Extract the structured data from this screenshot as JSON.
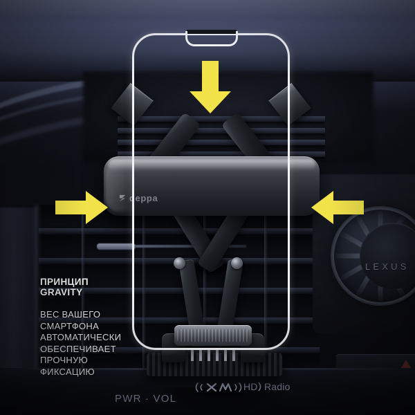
{
  "scene": {
    "title": "Deppa Gravity car phone holder on Lexus dashboard vent",
    "accent_color": "#f2e34a",
    "outline_color": "#f2f4f8"
  },
  "product": {
    "brand": "deppa",
    "brand_glyph": "deppa-chevron-icon"
  },
  "callout": {
    "heading_line1": "ПРИНЦИП",
    "heading_line2": "GRAVITY",
    "body_lines": [
      "ВЕС ВАШЕГО",
      "СМАРТФОНА",
      "АВТОМАТИЧЕСКИ",
      "ОБЕСПЕЧИВАЕТ",
      "ПРОЧНУЮ",
      "ФИКСАЦИЮ"
    ]
  },
  "arrows": [
    {
      "name": "arrow-down",
      "direction": "down",
      "color": "#f2e34a"
    },
    {
      "name": "arrow-left-grip",
      "direction": "right",
      "color": "#f2e34a"
    },
    {
      "name": "arrow-right-grip",
      "direction": "left",
      "color": "#f2e34a"
    }
  ],
  "car": {
    "marque": "LEXUS",
    "console": {
      "power_volume": "PWR · VOL",
      "satellite_radio": "((XM))",
      "hd_radio": "HD) Radio"
    }
  }
}
